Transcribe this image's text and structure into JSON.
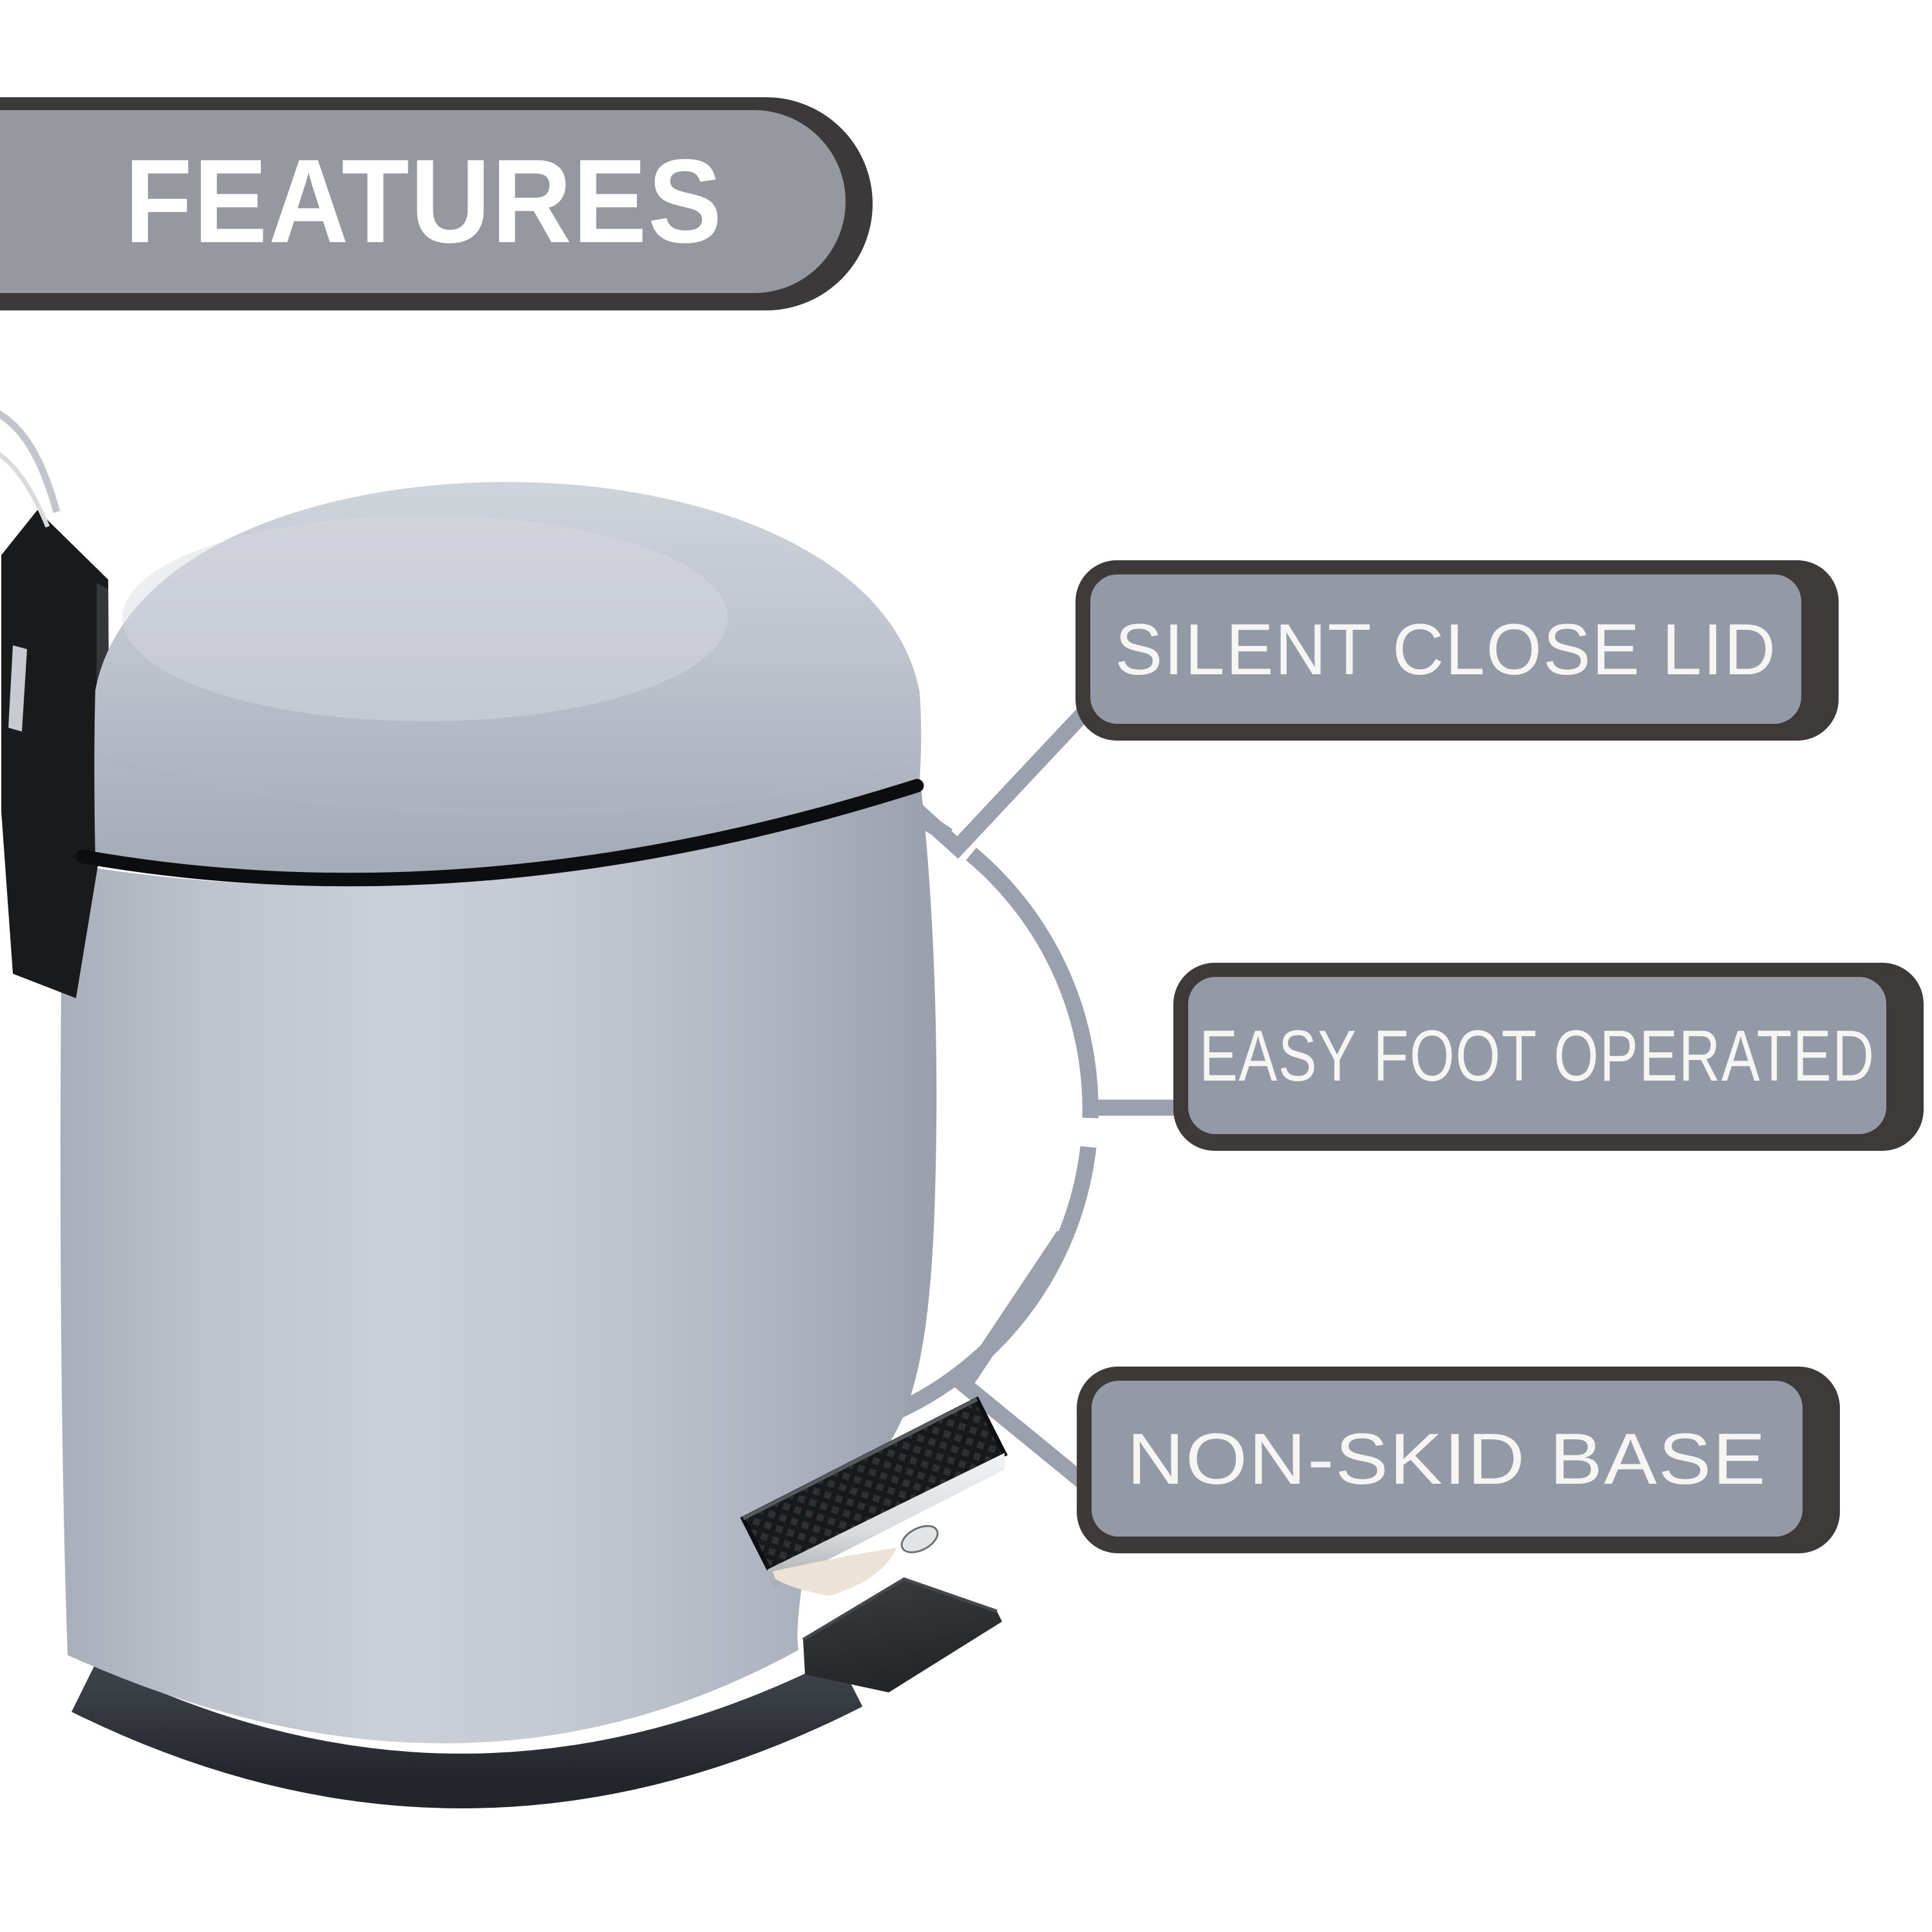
{
  "title": {
    "label": "FEATURES"
  },
  "features": [
    {
      "label": "SILENT CLOSE LID"
    },
    {
      "label": "EASY FOOT OPERATED"
    },
    {
      "label": "NON-SKID BASE"
    }
  ],
  "illustration": {
    "name": "grey round pedal waste bin",
    "parts": [
      "silent-close-lid",
      "lid-hinge",
      "lid-lift-rod",
      "bin-body",
      "foot-pedal",
      "pedal-wedge",
      "non-skid-base-rim",
      "callout-ring",
      "callout-connector"
    ]
  },
  "colors": {
    "background": "#ffffff",
    "panel_fill": "#949aa5",
    "panel_border": "#3e3a39",
    "label_text": "#f5f5f4",
    "connector": "#9aa1ac",
    "bin_body_light": "#cbcfd7",
    "bin_body_dark": "#99a0ac",
    "lid_seam": "#0c0d0f",
    "base_rim": "#2e3237",
    "hinge_black": "#191a1c",
    "pedal_dark": "#2b2e31",
    "chrome": "#eef0f2",
    "ivory_blade": "#ece2d5"
  }
}
